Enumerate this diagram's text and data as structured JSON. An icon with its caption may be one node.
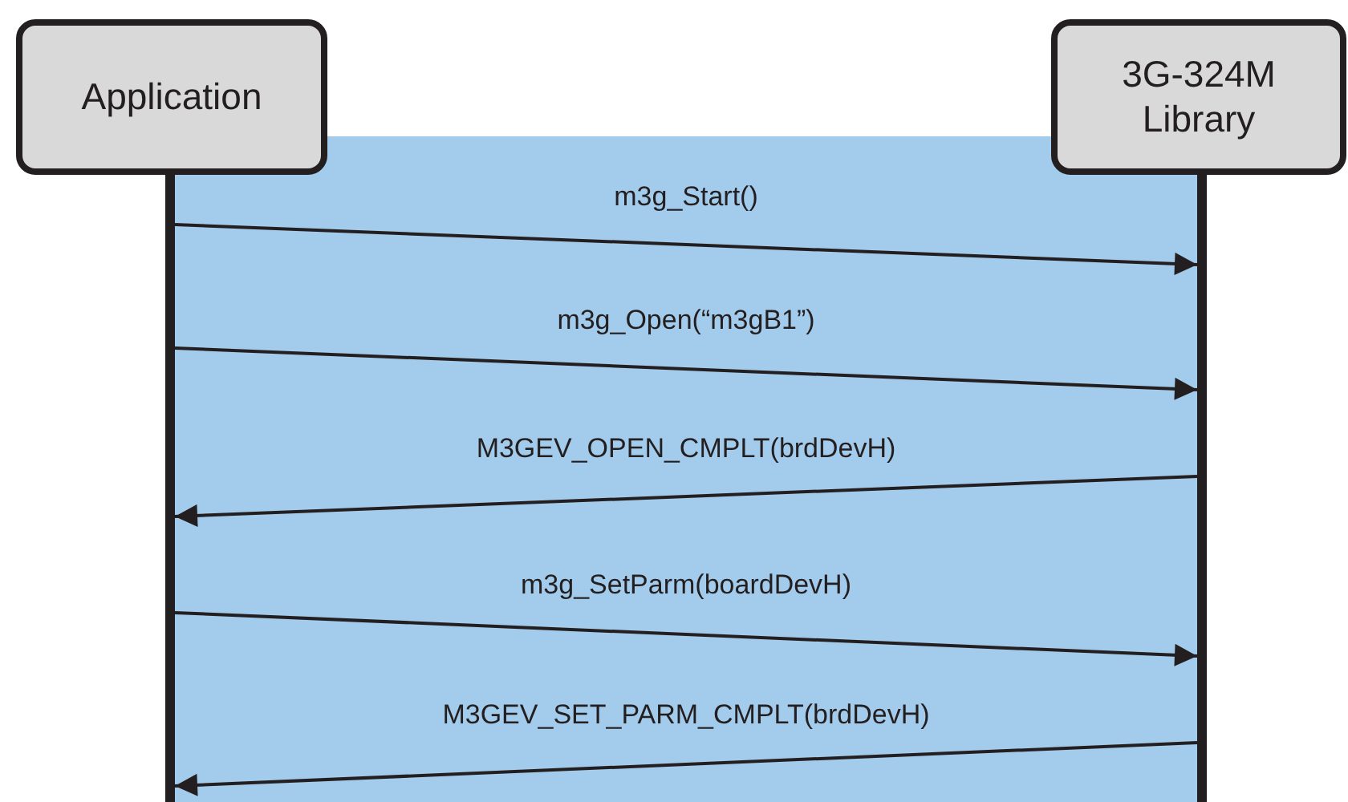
{
  "diagram": {
    "nodes": [
      {
        "text": [
          "Application"
        ]
      },
      {
        "text": [
          "3G-324M Library"
        ]
      },
      {
        "text": [],
        "shape": "bar"
      },
      {
        "text": [],
        "shape": "bar"
      }
    ],
    "edges": [
      {
        "from": 2,
        "to": 3,
        "arrow": "to",
        "label": "m3g_Start()"
      },
      {
        "from": 2,
        "to": 3,
        "arrow": "to",
        "label": "m3g_Open(“m3gB1”)"
      },
      {
        "from": 3,
        "to": 2,
        "arrow": "to",
        "label": "M3GEV_OPEN_CMPLT(brdDevH)"
      },
      {
        "from": 2,
        "to": 3,
        "arrow": "to",
        "label": "m3g_SetParm(boardDevH)"
      },
      {
        "from": 3,
        "to": 2,
        "arrow": "to",
        "label": "M3GEV_SET_PARM_CMPLT(brdDevH)"
      }
    ]
  }
}
